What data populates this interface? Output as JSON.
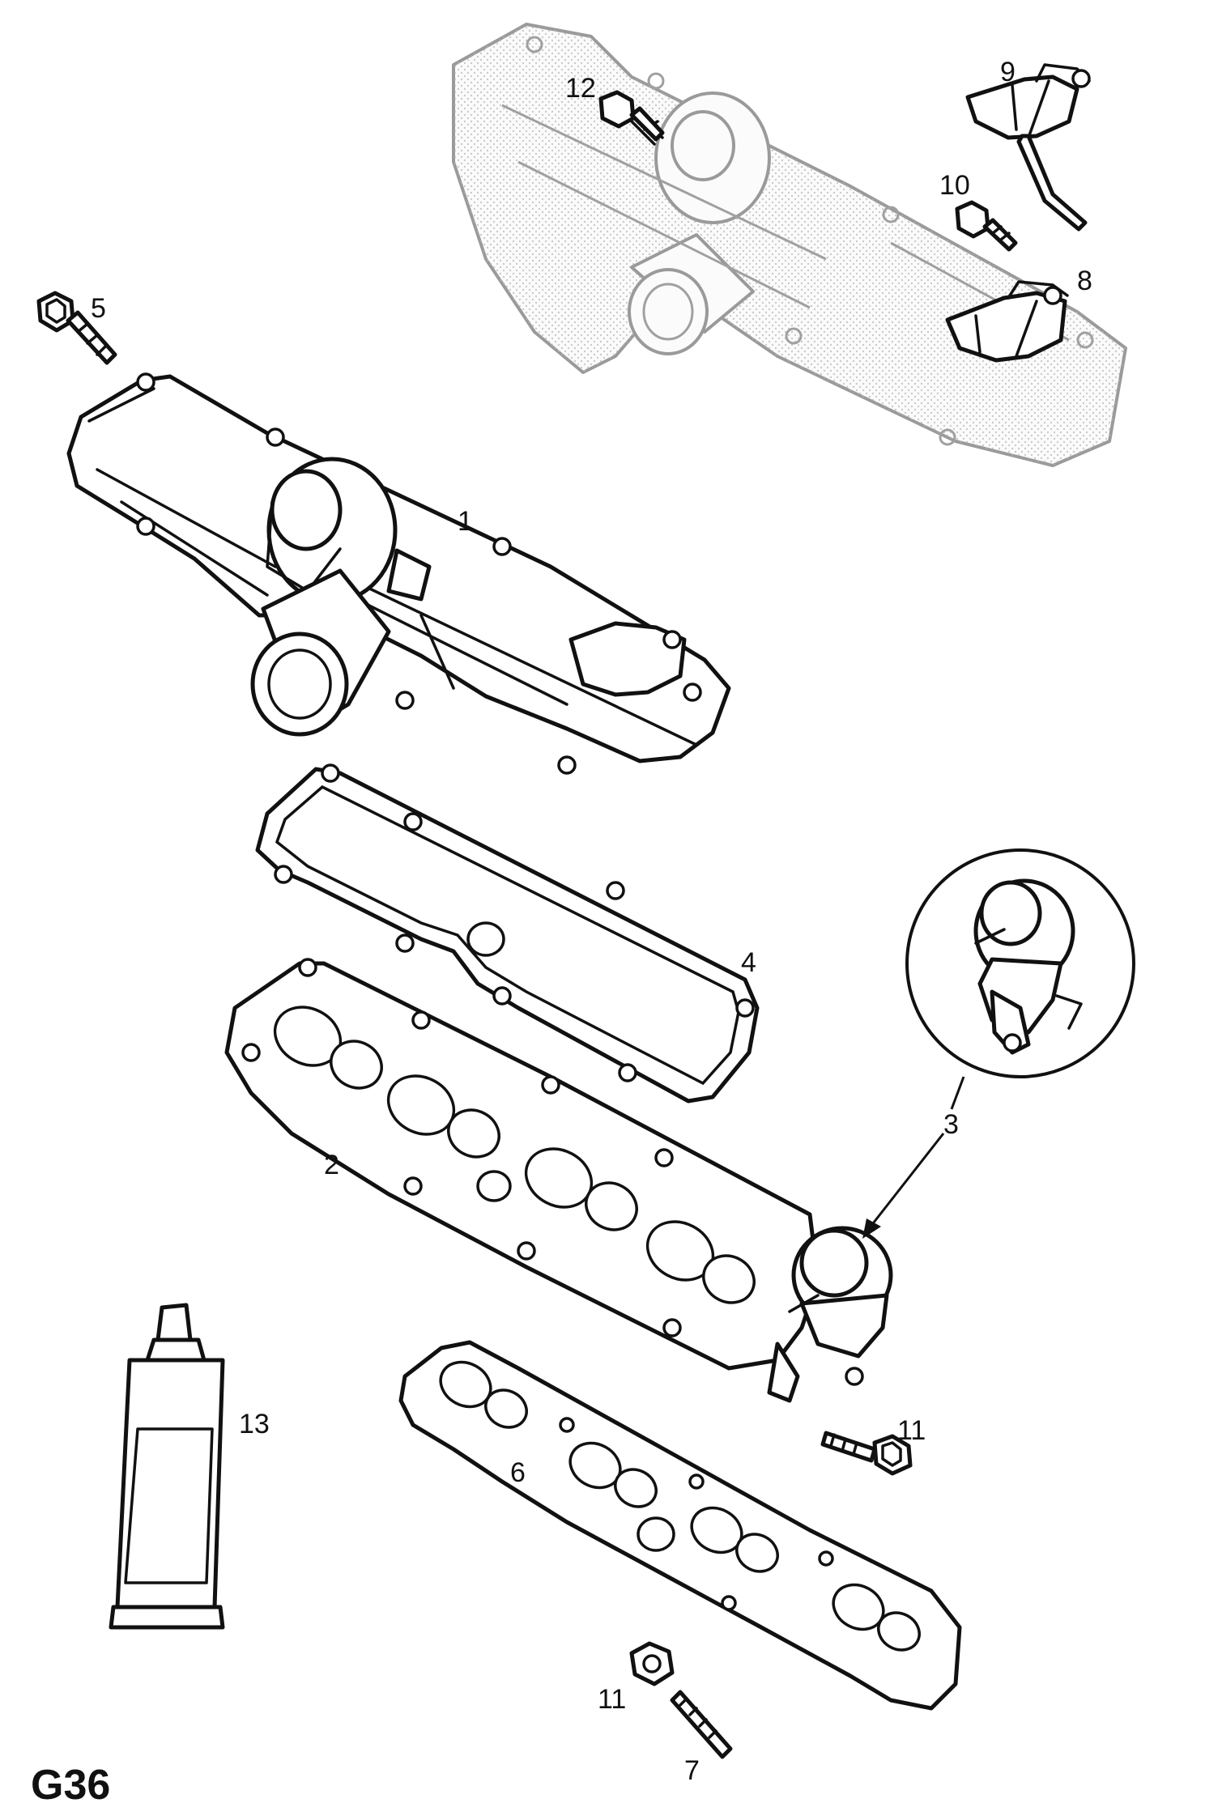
{
  "diagram": {
    "page_code": "G36",
    "callouts": [
      {
        "id": "1",
        "label": "1"
      },
      {
        "id": "2",
        "label": "2"
      },
      {
        "id": "3",
        "label": "3"
      },
      {
        "id": "4",
        "label": "4"
      },
      {
        "id": "5",
        "label": "5"
      },
      {
        "id": "6",
        "label": "6"
      },
      {
        "id": "7",
        "label": "7"
      },
      {
        "id": "8",
        "label": "8"
      },
      {
        "id": "9",
        "label": "9"
      },
      {
        "id": "10",
        "label": "10"
      },
      {
        "id": "11a",
        "label": "11"
      },
      {
        "id": "11b",
        "label": "11"
      },
      {
        "id": "12",
        "label": "12"
      },
      {
        "id": "13",
        "label": "13"
      }
    ]
  }
}
